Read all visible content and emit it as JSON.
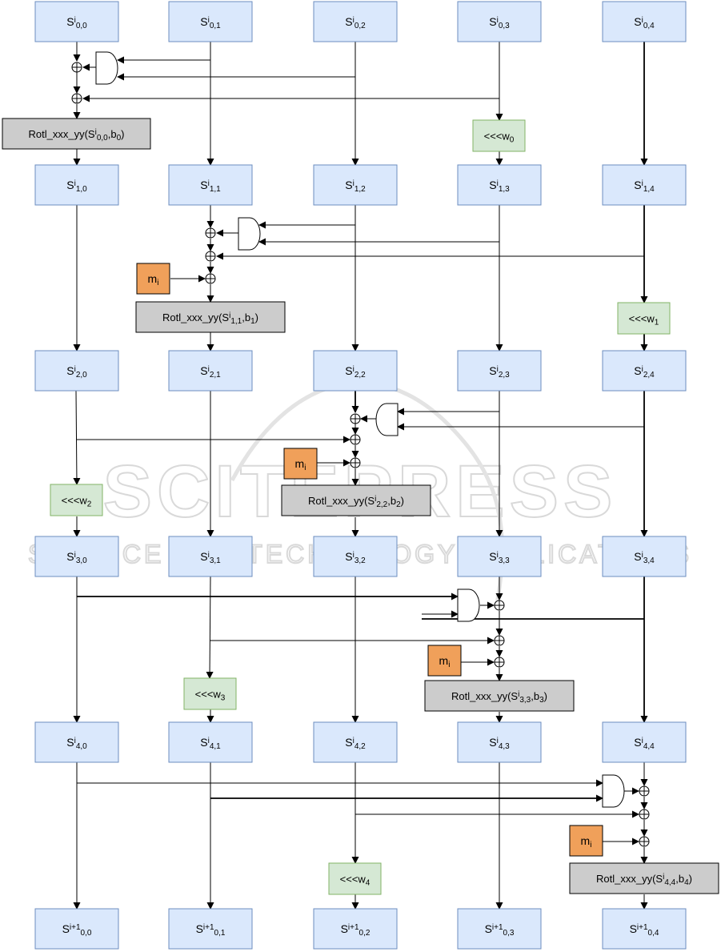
{
  "watermark": {
    "title": "SCITEPRESS",
    "subtitle": "SCIENCE AND TECHNOLOGY PUBLICATIONS"
  },
  "states": {
    "row0": [
      "S|i|0,0",
      "S|i|0,1",
      "S|i|0,2",
      "S|i|0,3",
      "S|i|0,4"
    ],
    "row1": [
      "S|i|1,0",
      "S|i|1,1",
      "S|i|1,2",
      "S|i|1,3",
      "S|i|1,4"
    ],
    "row2": [
      "S|i|2,0",
      "S|i|2,1",
      "S|i|2,2",
      "S|i|2,3",
      "S|i|2,4"
    ],
    "row3": [
      "S|i|3,0",
      "S|i|3,1",
      "S|i|3,2",
      "S|i|3,3",
      "S|i|3,4"
    ],
    "row4": [
      "S|i|4,0",
      "S|i|4,1",
      "S|i|4,2",
      "S|i|4,3",
      "S|i|4,4"
    ],
    "out": [
      "S|i+1|0,0",
      "S|i+1|0,1",
      "S|i+1|0,2",
      "S|i+1|0,3",
      "S|i+1|0,4"
    ]
  },
  "rotations": [
    "<<<w|0",
    "<<<w|1",
    "<<<w|2",
    "<<<w|3",
    "<<<w|4"
  ],
  "functions": [
    "Rotl_xxx_yy(S|i|0,0|,b|0|)",
    "Rotl_xxx_yy(S|i|1,1|,b|1|)",
    "Rotl_xxx_yy(S|i|2,2|,b|2|)",
    "Rotl_xxx_yy(S|i|3,3|,b|3|)",
    "Rotl_xxx_yy(S|i|4,4|,b|4|)"
  ],
  "message": "m|i"
}
